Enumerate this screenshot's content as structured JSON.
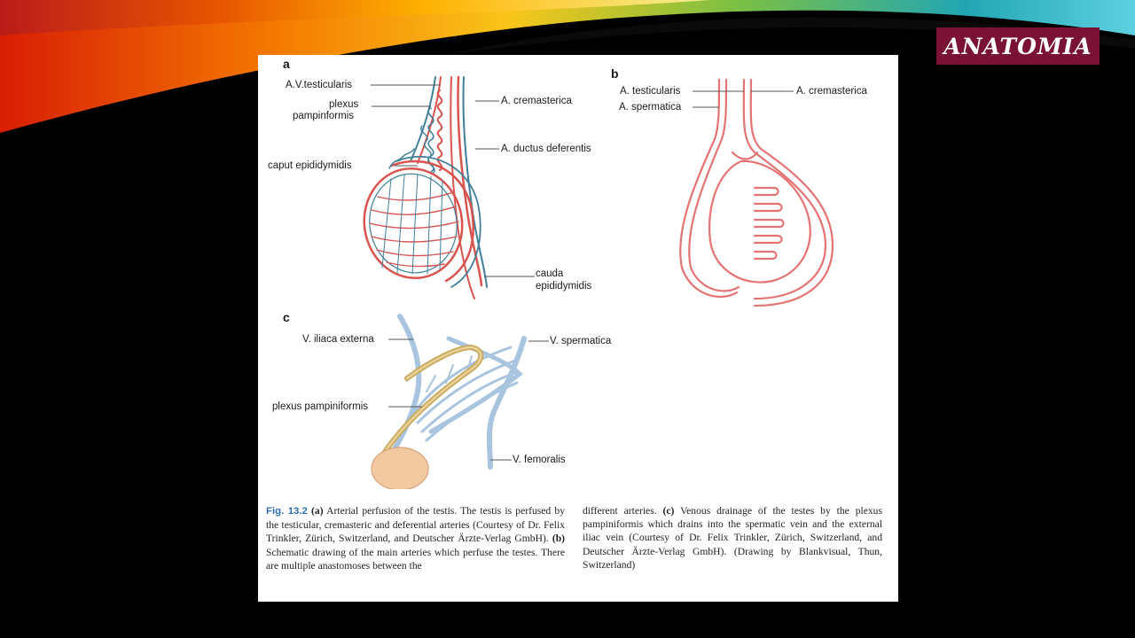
{
  "slide": {
    "badge": "ANATOMIA"
  },
  "figure": {
    "panel_a": {
      "letter": "a",
      "labels": {
        "av_testicularis": "A.V.testicularis",
        "plexus_1": "plexus",
        "plexus_2": "pampinformis",
        "caput": "caput epididymidis",
        "cremasterica": "A. cremasterica",
        "ductus": "A. ductus deferentis",
        "cauda_1": "cauda",
        "cauda_2": "epididymidis"
      }
    },
    "panel_b": {
      "letter": "b",
      "labels": {
        "testicularis": "A. testicularis",
        "spermatica": "A. spermatica",
        "cremasterica": "A. cremasterica"
      }
    },
    "panel_c": {
      "letter": "c",
      "labels": {
        "iliaca": "V. iliaca externa",
        "plexus": "plexus pampiniformis",
        "spermatica": "V. spermatica",
        "femoralis": "V. femoralis"
      }
    },
    "caption": {
      "fig_number": "Fig. 13.2",
      "left_pre_a": " ",
      "a_marker": "(a)",
      "left_after_a": " Arterial perfusion of the testis. The testis is perfused by the testicular, cremasteric and deferential arteries (Courtesy of Dr. Felix Trinkler, Zürich, Switzerland, and Deutscher Ärzte-Verlag GmbH). ",
      "b_marker": "(b)",
      "left_after_b": " Schematic drawing of the main arteries which perfuse the testes. There are multiple anastomoses between the",
      "right_pre_c": "different arteries. ",
      "c_marker": "(c)",
      "right_after_c": " Venous drainage of the testes by the plexus pampiniformis which drains into the spermatic vein and the external iliac vein (Courtesy of Dr. Felix Trinkler, Zürich, Switzerland, and Deutscher Ärzte-Verlag GmbH). (Drawing by Blankvisual, Thun, Switzerland)"
    }
  },
  "colors": {
    "badge_bg": "#7a1236",
    "artery": "#d9534f",
    "vein": "#3f7f99",
    "c_vein": "#a8c4de",
    "c_deferens": "#c9a85a",
    "testis_c": "#f2c9a0",
    "fig_number": "#2f6db5"
  }
}
